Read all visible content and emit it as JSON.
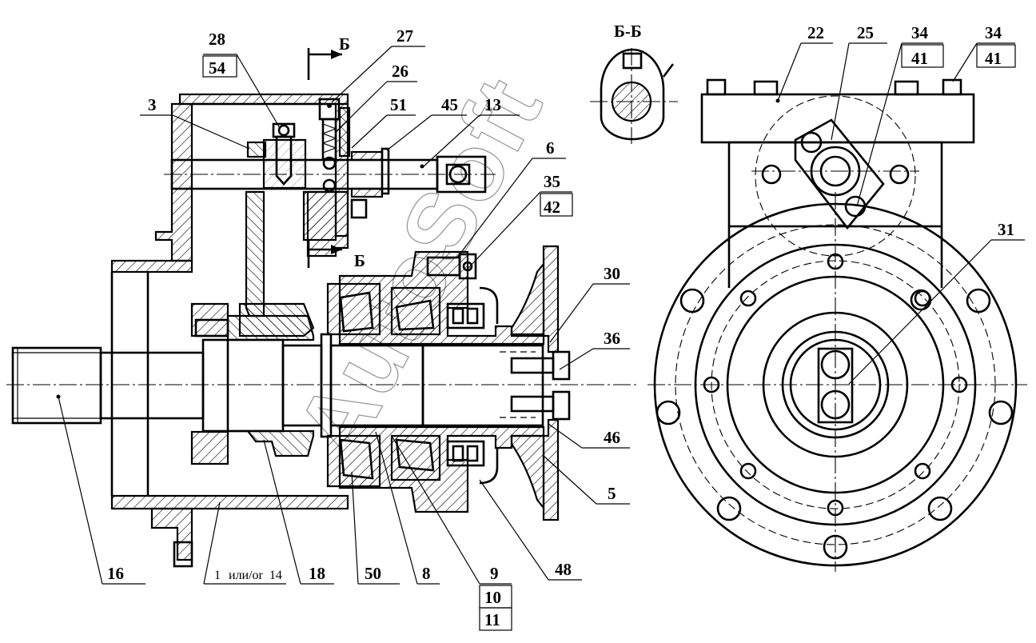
{
  "drawing": {
    "section_title": "Б-Б",
    "section_mark": "Б",
    "watermark": "AutoSoft"
  },
  "labels": {
    "p1": "1",
    "p1_or": "или/or",
    "p14": "14",
    "p3": "3",
    "p5": "5",
    "p6": "6",
    "p8": "8",
    "p9": "9",
    "p10": "10",
    "p11": "11",
    "p13": "13",
    "p16": "16",
    "p18": "18",
    "p22": "22",
    "p25": "25",
    "p26": "26",
    "p27": "27",
    "p28": "28",
    "p30": "30",
    "p31": "31",
    "p34": "34",
    "p35": "35",
    "p36": "36",
    "p41": "41",
    "p42": "42",
    "p45": "45",
    "p46": "46",
    "p48": "48",
    "p50": "50",
    "p51": "51",
    "p54": "54"
  }
}
